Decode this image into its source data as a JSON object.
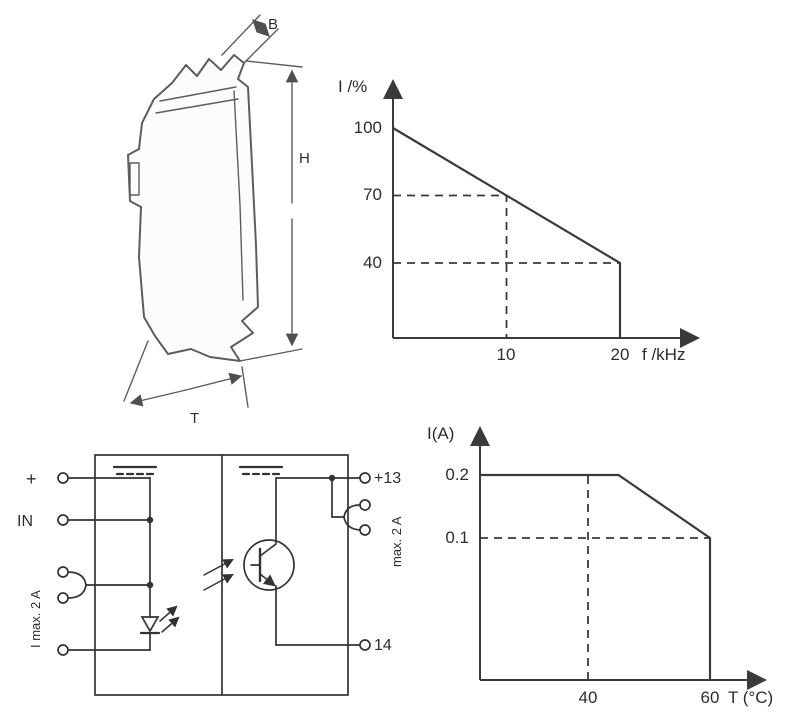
{
  "dimension_drawing": {
    "width_label": "B",
    "height_label": "H",
    "depth_label": "T"
  },
  "schematic": {
    "terminals_left": {
      "plus": "+",
      "input": "IN",
      "current_rating": "I max. 2 A"
    },
    "terminals_right": {
      "output_plus": "+13",
      "current_rating": "max. 2 A",
      "output": "14"
    }
  },
  "chart_data": [
    {
      "type": "line",
      "name": "switching-frequency-derating",
      "title": "",
      "ylabel": "I /%",
      "xlabel": "f /kHz",
      "yticks": [
        100,
        70,
        40
      ],
      "xticks": [
        10,
        20
      ],
      "xlim": [
        0,
        24
      ],
      "ylim": [
        0,
        110
      ],
      "grid": false,
      "series": [
        {
          "name": "load-current-vs-frequency",
          "points": [
            [
              0,
              100
            ],
            [
              20,
              40
            ],
            [
              20,
              0
            ]
          ]
        }
      ],
      "guides": [
        [
          [
            0,
            70
          ],
          [
            10,
            70
          ],
          [
            10,
            0
          ]
        ],
        [
          [
            0,
            40
          ],
          [
            20,
            40
          ]
        ]
      ]
    },
    {
      "type": "line",
      "name": "temperature-derating",
      "title": "",
      "ylabel": "I(A)",
      "xlabel": "T (°C)",
      "yticks": [
        0.2,
        0.1
      ],
      "xticks": [
        40,
        60
      ],
      "xlim": [
        20,
        70
      ],
      "ylim": [
        0,
        0.3
      ],
      "grid": false,
      "series": [
        {
          "name": "load-current-vs-temperature",
          "points": [
            [
              0,
              0.2
            ],
            [
              45,
              0.2
            ],
            [
              60,
              0.1
            ],
            [
              60,
              0
            ]
          ]
        }
      ],
      "guides": [
        [
          [
            40,
            0
          ],
          [
            40,
            0.2
          ]
        ],
        [
          [
            0,
            0.1
          ],
          [
            60,
            0.1
          ]
        ]
      ]
    }
  ]
}
